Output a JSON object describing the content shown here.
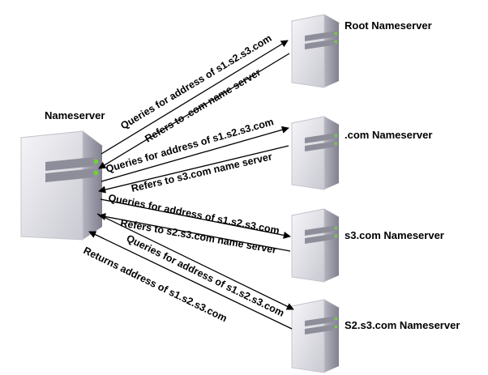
{
  "nodes": {
    "local": {
      "label": "Nameserver"
    },
    "root": {
      "label": "Root Nameserver"
    },
    "com": {
      "label": ".com Nameserver"
    },
    "s3": {
      "label": "s3.com Nameserver"
    },
    "s2s3": {
      "label": "S2.s3.com Nameserver"
    }
  },
  "messages": [
    {
      "id": "q1",
      "text": "Queries for address of s1.s2.s3.com",
      "direction": "to-remote"
    },
    {
      "id": "r1",
      "text": "Refers to .com name server",
      "direction": "to-local"
    },
    {
      "id": "q2",
      "text": "Queries for address of s1.s2.s3.com",
      "direction": "to-remote"
    },
    {
      "id": "r2",
      "text": "Refers to s3.com name server",
      "direction": "to-local"
    },
    {
      "id": "q3",
      "text": "Queries for address of s1.s2.s3.com",
      "direction": "to-remote"
    },
    {
      "id": "r3",
      "text": "Refers to s2.s3.com name server",
      "direction": "to-local"
    },
    {
      "id": "q4",
      "text": "Queries for address of s1.s2.s3.com",
      "direction": "to-remote"
    },
    {
      "id": "r4",
      "text": "Returns address of s1.s2.s3.com",
      "direction": "to-local"
    }
  ],
  "colors": {
    "server_body": "#e6e6ec",
    "server_side": "#9a9aa8",
    "server_top": "#f2f2f6",
    "led": "#6fd13a",
    "line": "#000000"
  }
}
